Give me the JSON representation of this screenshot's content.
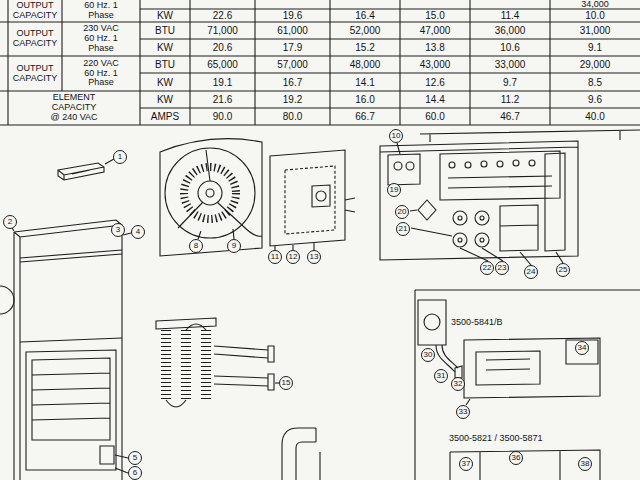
{
  "diagram": {
    "labels": [
      "OUTPUT CAPACITY",
      "60 Hz. 1 Phase",
      "34,000",
      "KW",
      "22.6",
      "19.6",
      "16.4",
      "15.0",
      "11.4",
      "10.0",
      "OUTPUT CAPACITY",
      "230 VAC 60 Hz. 1 Phase",
      "BTU",
      "71,000",
      "61,000",
      "52,000",
      "47,000",
      "36,000",
      "31,000",
      "KW",
      "20.6",
      "17.9",
      "15.2",
      "13.8",
      "10.6",
      "9.1",
      "OUTPUT CAPACITY",
      "220 VAC 60 Hz. 1 Phase",
      "BTU",
      "65,000",
      "57,000",
      "48,000",
      "43,000",
      "33,000",
      "29,000",
      "KW",
      "19.1",
      "16.7",
      "14.1",
      "12.6",
      "9.7",
      "8.5",
      "ELEMENT CAPACITY @ 240 VAC",
      "KW",
      "21.6",
      "19.2",
      "16.0",
      "14.4",
      "11.2",
      "9.6",
      "AMPS",
      "90.0",
      "80.0",
      "66.7",
      "60.0",
      "46.7",
      "40.0",
      "1",
      "2",
      "3",
      "4",
      "5",
      "6",
      "8",
      "9",
      "10",
      "11",
      "12",
      "13",
      "15",
      "19",
      "20",
      "21",
      "22",
      "23",
      "24",
      "25",
      "30",
      "31",
      "32",
      "33",
      "34",
      "36",
      "37",
      "38",
      "3500-5841/B",
      "3500-5821 / 3500-5871"
    ]
  }
}
